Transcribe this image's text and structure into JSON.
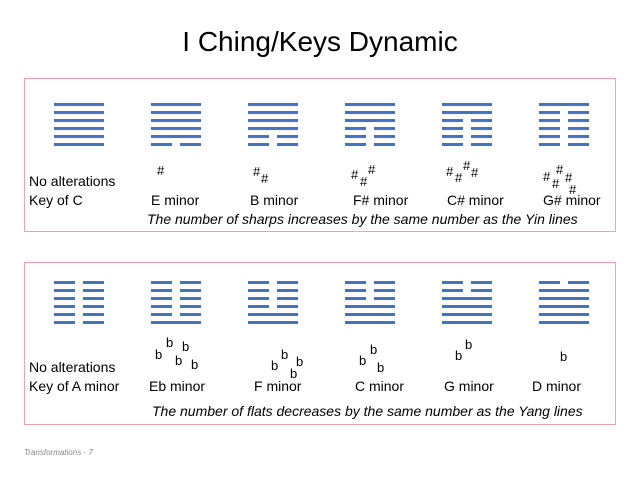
{
  "title": "I Ching/Keys Dynamic",
  "top_panel": {
    "label_line1": "No alterations",
    "label_line2": "Key of C",
    "caption": "The number of sharps increases by the same number as the  Yin lines",
    "hexagrams": [
      {
        "lines": [
          "yang",
          "yang",
          "yang",
          "yang",
          "yang",
          "yang"
        ]
      },
      {
        "lines": [
          "yang",
          "yang",
          "yang",
          "yang",
          "yang",
          "yin"
        ]
      },
      {
        "lines": [
          "yang",
          "yang",
          "yang",
          "yang",
          "yin",
          "yin"
        ]
      },
      {
        "lines": [
          "yang",
          "yang",
          "yang",
          "yin",
          "yin",
          "yin"
        ]
      },
      {
        "lines": [
          "yang",
          "yang",
          "yin",
          "yin",
          "yin",
          "yin"
        ]
      },
      {
        "lines": [
          "yang",
          "yin",
          "yin",
          "yin",
          "yin",
          "yin"
        ]
      }
    ],
    "keys": [
      "E minor",
      "B minor",
      "F# minor",
      "C# minor",
      "G# minor"
    ],
    "accidental_symbol": "#"
  },
  "bottom_panel": {
    "label_line1": "No alterations",
    "label_line2": "Key of A minor",
    "caption": "The number of flats decreases by the same number as the Yang lines",
    "hexagrams": [
      {
        "lines": [
          "yin",
          "yin",
          "yin",
          "yin",
          "yin",
          "yin"
        ]
      },
      {
        "lines": [
          "yin",
          "yin",
          "yin",
          "yin",
          "yin",
          "yang"
        ]
      },
      {
        "lines": [
          "yin",
          "yin",
          "yin",
          "yin",
          "yang",
          "yang"
        ]
      },
      {
        "lines": [
          "yin",
          "yin",
          "yin",
          "yang",
          "yang",
          "yang"
        ]
      },
      {
        "lines": [
          "yin",
          "yin",
          "yang",
          "yang",
          "yang",
          "yang"
        ]
      },
      {
        "lines": [
          "yin",
          "yang",
          "yang",
          "yang",
          "yang",
          "yang"
        ]
      }
    ],
    "keys": [
      "Eb minor",
      "F minor",
      "C minor",
      "G minor",
      "D minor"
    ],
    "accidental_symbol": "b"
  },
  "footer": "Transformations - 7"
}
